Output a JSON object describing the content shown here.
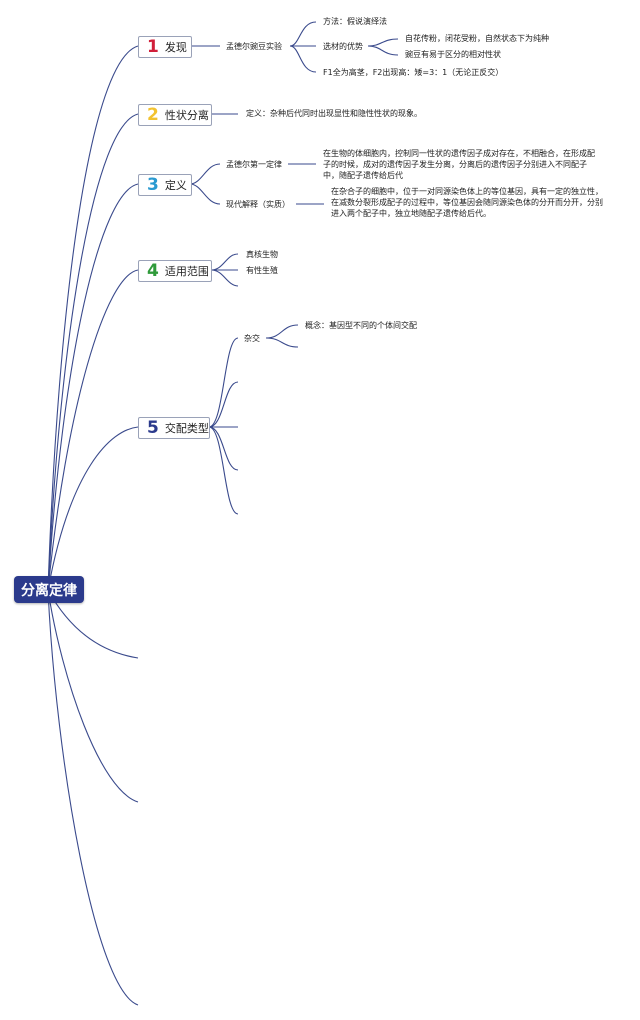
{
  "root": {
    "label": "分离定律"
  },
  "colors": {
    "branch": "#3a4a8c",
    "t1": "#d11f3a",
    "t2": "#f2c230",
    "t3": "#2a9ad1",
    "t4": "#2f9a3a",
    "t5": "#2b3a8c"
  },
  "topics": [
    {
      "num": "1",
      "label": "发现"
    },
    {
      "num": "2",
      "label": "性状分离"
    },
    {
      "num": "3",
      "label": "定义"
    },
    {
      "num": "4",
      "label": "适用范围"
    },
    {
      "num": "5",
      "label": "交配类型"
    }
  ],
  "t1": {
    "mendel": "孟德尔豌豆实验",
    "method": "方法：假说演绎法",
    "advantage": "选材的优势",
    "adv1": "自花传粉，闭花受粉，自然状态下为纯种",
    "adv2": "豌豆有易于区分的相对性状",
    "f1f2": "F1全为高茎，F2出现高：矮=3：1（无论正反交）"
  },
  "t2": {
    "definition": "定义：杂种后代同时出现显性和隐性性状的现象。"
  },
  "t3": {
    "law1": "孟德尔第一定律",
    "law1_text": "在生物的体细胞内，控制同一性状的遗传因子成对存在，不相融合，在形成配子的时候，成对的遗传因子发生分离，分离后的遗传因子分别进入不同配子中，随配子遗传给后代",
    "modern": "现代解释（实质）",
    "modern_text": "在杂合子的细胞中，位于一对同源染色体上的等位基因，具有一定的独立性，在减数分裂形成配子的过程中，等位基因会随同源染色体的分开而分开，分别进入两个配子中，独立地随配子遗传给后代。"
  },
  "t4": {
    "item1": "真核生物",
    "item2": "有性生殖"
  },
  "t5": {
    "cross": "杂交",
    "cross_concept": "概念：基因型不同的个体间交配"
  }
}
